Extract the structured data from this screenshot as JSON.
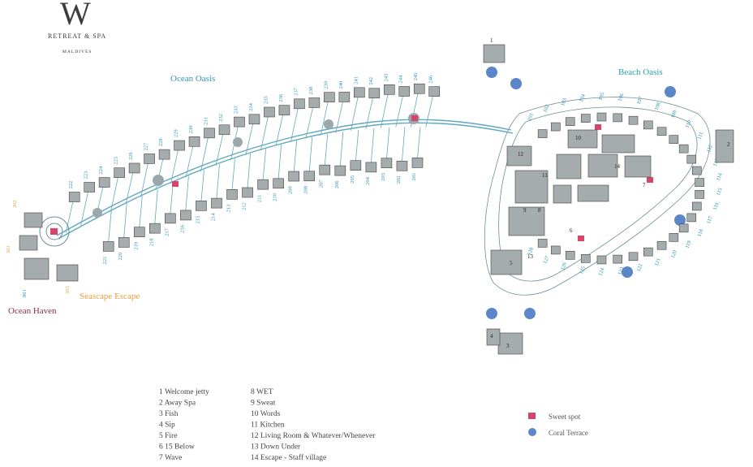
{
  "logo": {
    "mark": "W",
    "name": "RETREAT & SPA",
    "location": "MALDIVES"
  },
  "zones": {
    "ocean_oasis": "Ocean Oasis",
    "beach_oasis": "Beach Oasis",
    "seascape_escape": "Seascape Escape",
    "ocean_haven": "Ocean Haven"
  },
  "legend_left": [
    "1 Welcome jetty",
    "2 Away Spa",
    "3 Fish",
    "4 Sip",
    "5 Fire",
    "6 15 Below",
    "7 Wave"
  ],
  "legend_right": [
    "8 WET",
    "9 Sweat",
    "10 Words",
    "11 Kitchen",
    "12 Living Room & Whatever/Whenever",
    "13 Down Under",
    "14 Escape - Staff village"
  ],
  "key": {
    "sweet_spot": "Sweet spot",
    "coral_terrace": "Coral Terrace"
  },
  "colors": {
    "teal_line": "#5fa8c0",
    "villa_num": "#2a8fb0",
    "ocean_haven": "#8a2c4a",
    "seascape": "#e0a040",
    "sweet_spot": "#d9456a",
    "coral_terrace": "#5b86c8",
    "beach_oasis": "#2aa3a0",
    "ocean_oasis": "#3a8fb8"
  },
  "icons": {
    "sweet_spot": "pink-square",
    "coral_terrace": "blue-circle"
  },
  "map": {
    "jetty_label": "1",
    "spa_label": "2",
    "fish_label": "3",
    "sip_label": "4",
    "fire_label": "5",
    "below_label": "6",
    "wave_label": "7",
    "wet_label": "8",
    "sweat_label": "9",
    "words_label": "10",
    "kitchen_label": "11",
    "living_label": "12",
    "downunder_label": "13",
    "staff_label": "14",
    "ocean_oasis_villas": [
      "201",
      "202",
      "203",
      "204",
      "205",
      "206",
      "207",
      "208",
      "209",
      "210",
      "211",
      "212",
      "213",
      "214",
      "215",
      "216",
      "217",
      "218",
      "219",
      "220",
      "221",
      "222",
      "223",
      "224",
      "225",
      "226",
      "227",
      "228",
      "229",
      "230",
      "231",
      "232",
      "233",
      "234",
      "235",
      "236",
      "237",
      "238",
      "239",
      "240",
      "241",
      "242",
      "243",
      "244",
      "245",
      "246"
    ],
    "beach_oasis_villas": [
      "101",
      "102",
      "103",
      "104",
      "105",
      "106",
      "107",
      "108",
      "109",
      "110",
      "111",
      "112",
      "113",
      "114",
      "115",
      "116",
      "117",
      "118",
      "119",
      "120",
      "121",
      "122",
      "123",
      "124",
      "125",
      "126",
      "127",
      "128"
    ],
    "haven_villa": "801",
    "seascape_villas": [
      "301",
      "302",
      "303"
    ]
  }
}
